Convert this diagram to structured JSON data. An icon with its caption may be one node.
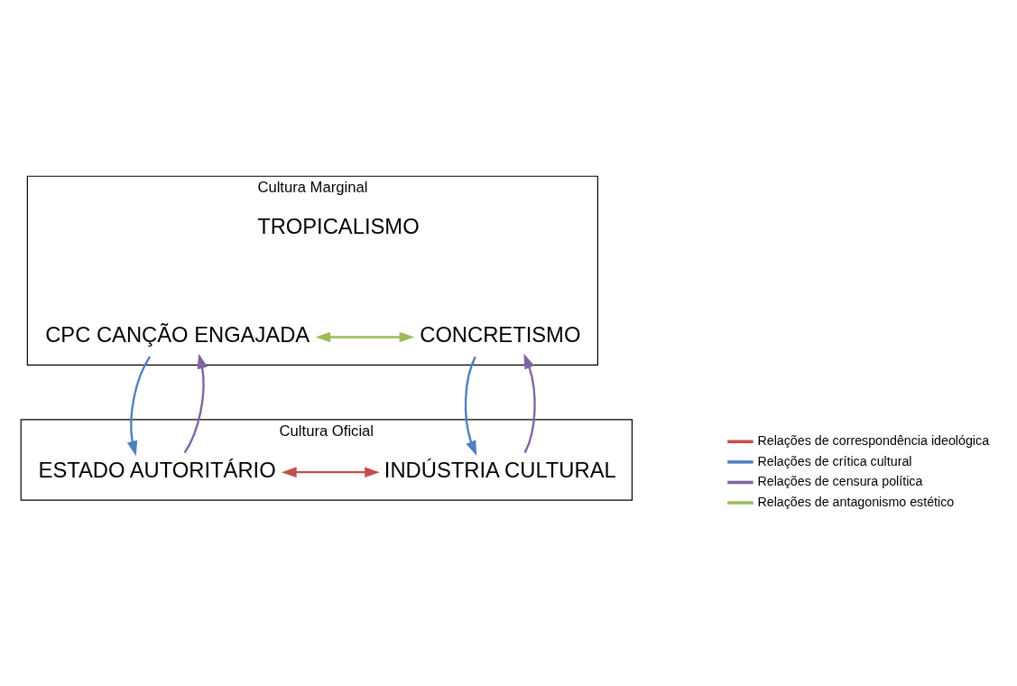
{
  "diagram": {
    "nodes": [
      {
        "text": [
          "Cultura Oficial"
        ]
      },
      {
        "text": [
          "ESTADO AUTORITÁRIO"
        ],
        "in": 0
      },
      {
        "text": [
          "INDÚSTRIA CULTURAL"
        ],
        "in": 0
      },
      {
        "text": [
          "Cultura Marginal"
        ]
      },
      {
        "text": [
          "CPC CANÇÃO ENGAJADA"
        ],
        "in": 3
      },
      {
        "text": [
          "TROPICALISMO"
        ],
        "in": 3
      },
      {
        "text": [
          "CONCRETISMO"
        ],
        "in": 3
      }
    ],
    "edges": [
      {
        "from": 1,
        "to": 2,
        "arrow": "both",
        "color": "#c0504d"
      },
      {
        "from": 1,
        "to": 4,
        "arrow": "to",
        "color": "#8064a2"
      },
      {
        "from": 4,
        "to": 1,
        "arrow": "to",
        "color": "#4f81bd"
      },
      {
        "from": 2,
        "to": 6,
        "arrow": "to",
        "color": "#8064a2"
      },
      {
        "from": 6,
        "to": 2,
        "arrow": "to",
        "color": "#4f81bd"
      },
      {
        "from": 4,
        "to": 6,
        "arrow": "both",
        "color": "#9bbb59"
      }
    ],
    "legend": [
      {
        "text": "Relações de correspondência ideológica"
      },
      {
        "text": "Relações de crítica cultural"
      },
      {
        "text": "Relações de censura política"
      },
      {
        "text": "Relações de antagonismo estético"
      }
    ]
  }
}
